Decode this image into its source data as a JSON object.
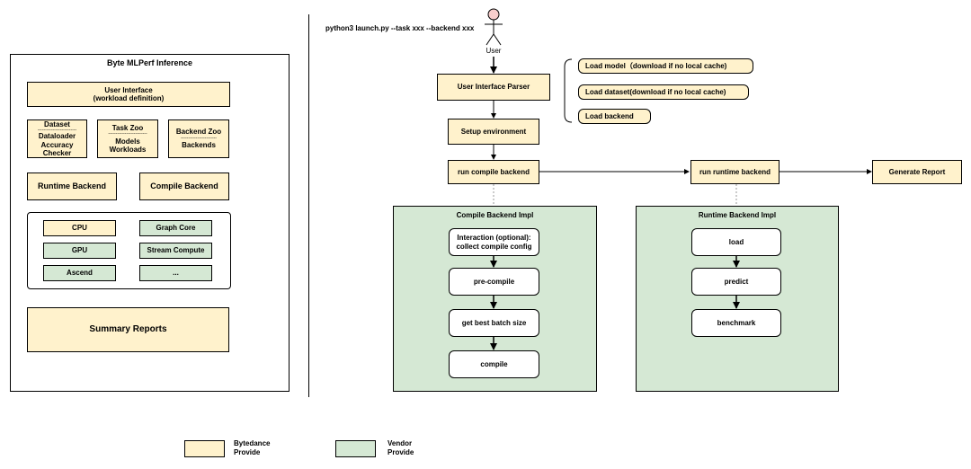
{
  "left_panel": {
    "title": "Byte MLPerf Inference",
    "user_interface": "User Interface\n(workload definition)",
    "dataset": {
      "title": "Dataset",
      "sep": "--------------------------",
      "body": "Dataloader\nAccuracy Checker"
    },
    "task_zoo": {
      "title": "Task Zoo",
      "sep": "--------------------------",
      "body": "Models\nWorkloads"
    },
    "backend_zoo": {
      "title": "Backend Zoo",
      "sep": "------------------------",
      "body": "Backends"
    },
    "runtime_backend": "Runtime Backend",
    "compile_backend": "Compile Backend",
    "hardware": [
      "CPU",
      "Graph Core",
      "GPU",
      "Stream Compute",
      "Ascend",
      "..."
    ],
    "summary_reports": "Summary Reports"
  },
  "flow": {
    "command": "python3 launch.py --task xxx --backend xxx",
    "user_label": "User",
    "parser": "User Interface Parser",
    "load_items": [
      "Load model（download if no local cache)",
      "Load dataset(download if no local cache)",
      "Load backend"
    ],
    "setup_env": "Setup environment",
    "run_compile": "run compile backend",
    "run_runtime": "run runtime backend",
    "generate_report": "Generate Report",
    "compile_impl": {
      "title": "Compile Backend Impl",
      "steps": [
        "Interaction (optional):\ncollect compile config",
        "pre-compile",
        "get best batch size",
        "compile"
      ]
    },
    "runtime_impl": {
      "title": "Runtime Backend Impl",
      "steps": [
        "load",
        "predict",
        "benchmark"
      ]
    }
  },
  "legend": [
    {
      "label": "Bytedance\nProvide",
      "color": "#fff2cc"
    },
    {
      "label": "Vendor\nProvide",
      "color": "#d5e8d4"
    }
  ]
}
